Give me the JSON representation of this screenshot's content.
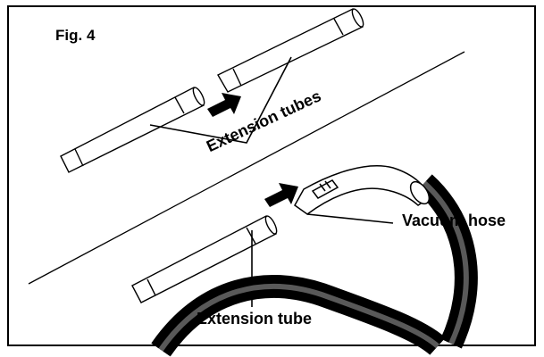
{
  "figure": {
    "label": "Fig. 4"
  },
  "callouts": {
    "extension_tubes": "Extension tubes",
    "vacuum_hose": "Vacuum hose",
    "extension_tube": "Extension tube"
  },
  "colors": {
    "line": "#000000",
    "background": "#ffffff"
  },
  "icons": [
    "arrow-icon",
    "arrow-icon"
  ]
}
